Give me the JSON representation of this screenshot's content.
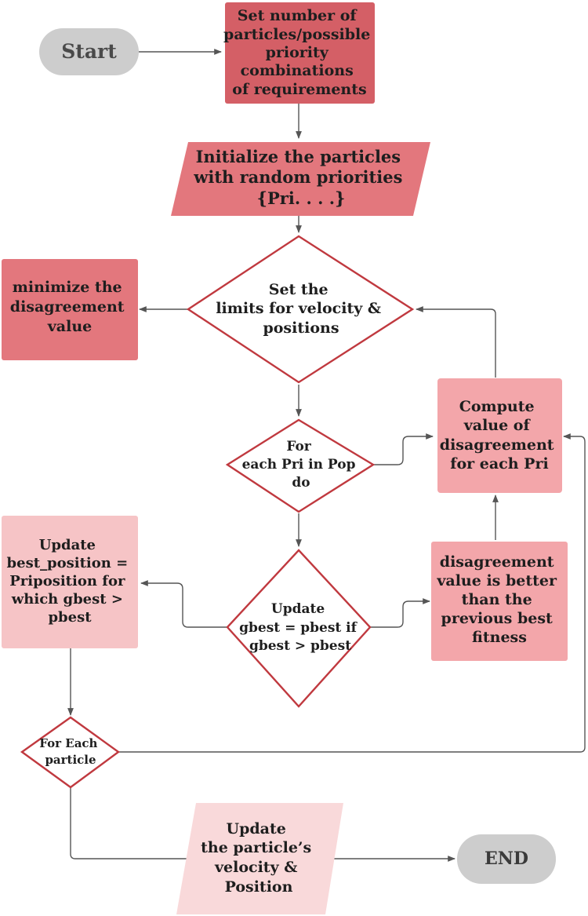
{
  "colors": {
    "terminal": "#cdcdcd",
    "shade_dark": "#d45f66",
    "shade_mid": "#e3777d",
    "shade_light": "#f3a6aa",
    "shade_pale": "#f6c4c6",
    "shade_palest": "#f9d9da",
    "decision_stroke": "#c0393f",
    "connector": "#555555"
  },
  "nodes": {
    "start": {
      "lines": [
        "Start"
      ]
    },
    "set_particles": {
      "lines": [
        "Set number of",
        "particles/possible",
        "priority",
        "combinations",
        "of requirements"
      ]
    },
    "init_particles": {
      "lines": [
        "Initialize the particles",
        "with random priorities",
        "{Pri. . . .}"
      ]
    },
    "set_limits": {
      "lines": [
        "Set the",
        "limits for velocity &",
        "positions"
      ]
    },
    "minimize": {
      "lines": [
        "minimize the",
        "disagreement",
        "value"
      ]
    },
    "for_each_pri": {
      "lines": [
        "For",
        "each Pri in Pop",
        "do"
      ]
    },
    "compute_value": {
      "lines": [
        "Compute",
        "value of",
        "disagreement",
        "for each Pri"
      ]
    },
    "update_gbest": {
      "lines": [
        "Update",
        "gbest = pbest if",
        "gbest > pbest"
      ]
    },
    "update_best_position": {
      "lines": [
        "Update",
        "best_position =",
        "Priposition for",
        "which gbest >",
        "pbest"
      ]
    },
    "better_fitness": {
      "lines": [
        "disagreement",
        "value is better",
        "than the",
        "previous best",
        "fitness"
      ]
    },
    "for_each_particle": {
      "lines": [
        "For Each",
        "particle"
      ]
    },
    "update_velocity": {
      "lines": [
        "Update",
        "the particle’s",
        "velocity &",
        "Position"
      ]
    },
    "end": {
      "lines": [
        "END"
      ]
    }
  }
}
